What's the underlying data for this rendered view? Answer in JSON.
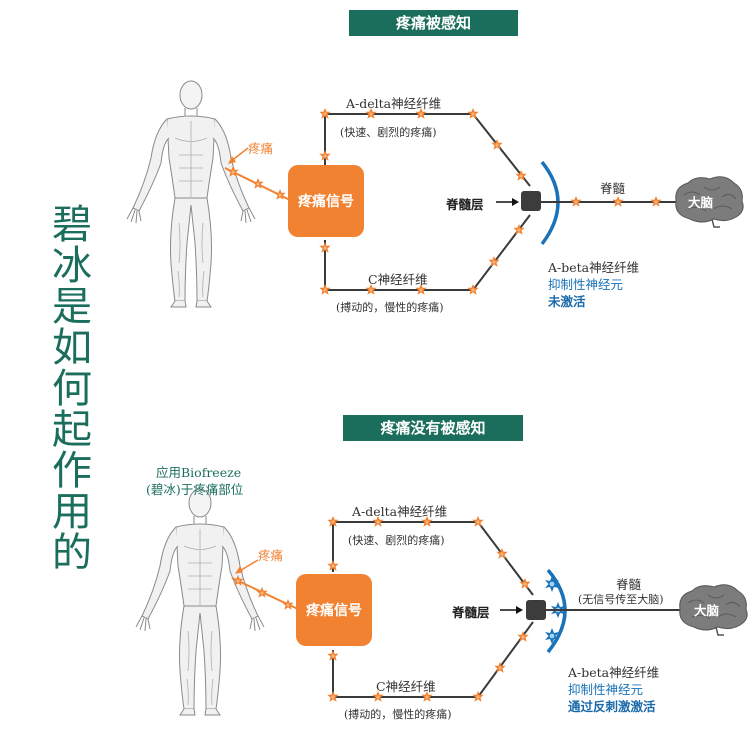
{
  "side_title": [
    "碧",
    "冰",
    "是",
    "如",
    "何",
    "起",
    "作",
    "用",
    "的"
  ],
  "top": {
    "banner": "疼痛被感知",
    "pain_label": "疼痛",
    "signal_box": "疼痛信号",
    "a_delta_title": "A-delta神经纤维",
    "a_delta_sub": "(快速、剧烈的疼痛)",
    "c_fiber_title": "C神经纤维",
    "c_fiber_sub": "(搏动的，慢性的疼痛)",
    "spinal_layer": "脊髓层",
    "spinal_cord": "脊髓",
    "brain": "大脑",
    "a_beta": "A-beta神经纤维",
    "inhibitory": "抑制性神经元",
    "status": "未激活"
  },
  "bottom": {
    "banner": "疼痛没有被感知",
    "applied_line1": "应用Biofreeze",
    "applied_line2": "(碧冰)于疼痛部位",
    "pain_label": "疼痛",
    "signal_box": "疼痛信号",
    "a_delta_title": "A-delta神经纤维",
    "a_delta_sub": "(快速、剧烈的疼痛)",
    "c_fiber_title": "C神经纤维",
    "c_fiber_sub": "(搏动的，慢性的疼痛)",
    "spinal_layer": "脊髓层",
    "spinal_cord": "脊髓",
    "spinal_cord_sub": "(无信号传至大脑)",
    "brain": "大脑",
    "a_beta": "A-beta神经纤维",
    "inhibitory": "抑制性神经元",
    "status": "通过反刺激激活"
  },
  "colors": {
    "banner_green": "#1b6e5c",
    "signal_orange": "#f08232",
    "nerve_line": "#3a3a3a",
    "inhibitory_blue": "#1a73b8"
  }
}
